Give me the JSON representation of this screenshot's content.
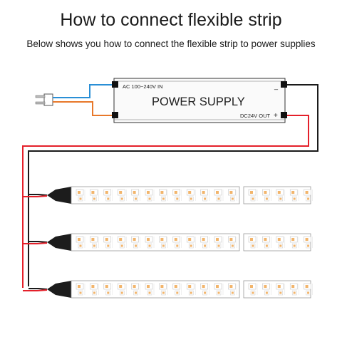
{
  "title": "How to connect flexible strip",
  "subtitle": "Below shows you how to connect the flexible strip to power supplies",
  "power_supply": {
    "label": "POWER SUPPLY",
    "input_label": "AC 100~240V IN",
    "output_label": "DC24V OUT",
    "minus_sign": "_",
    "plus_sign": "+"
  },
  "colors": {
    "wire_red": "#e4202a",
    "wire_black": "#1a1a1a",
    "wire_blue": "#2a8fd6",
    "wire_orange": "#e8782a",
    "strip_base": "#ffffff",
    "led": "#f2b56c"
  },
  "strips": {
    "count": 3
  }
}
